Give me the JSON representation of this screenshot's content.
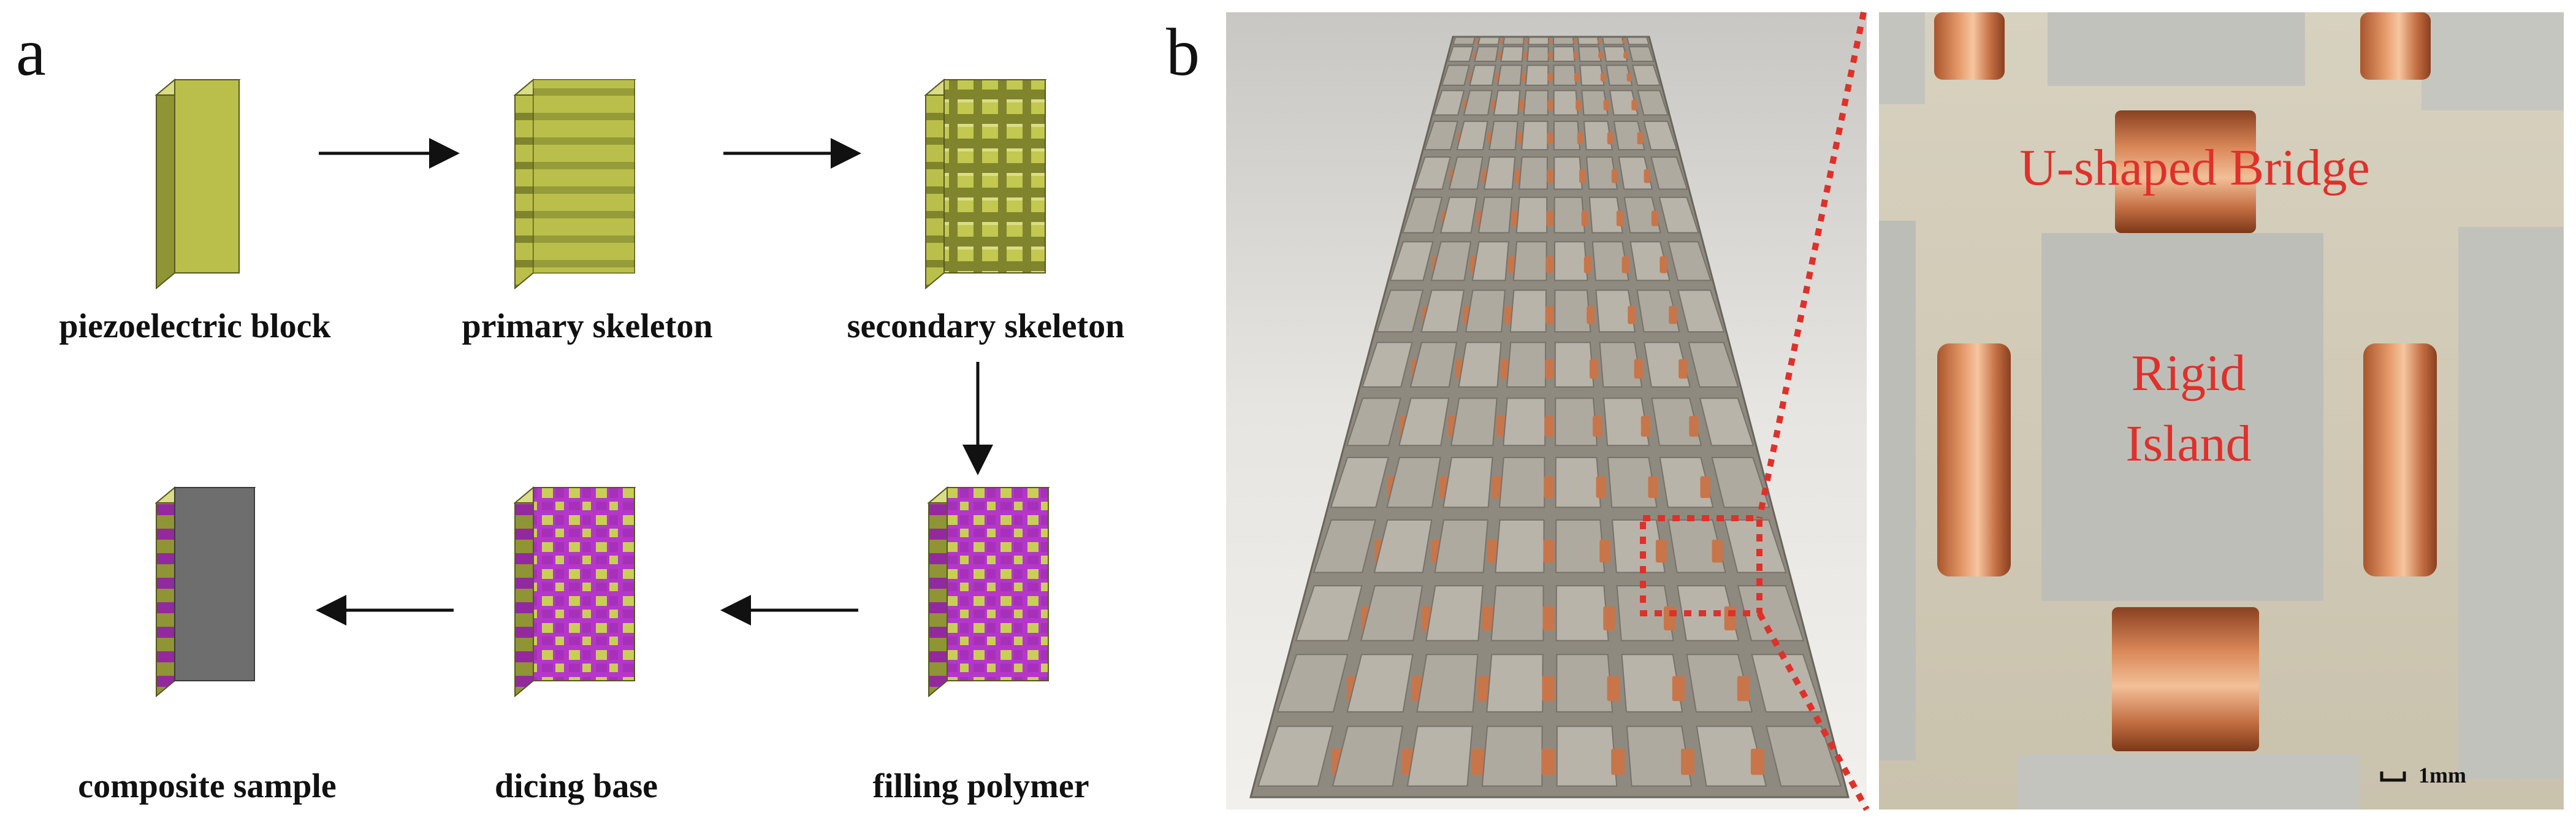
{
  "panel_a": {
    "letter": "a",
    "steps": [
      {
        "id": "piezoelectric-block",
        "label": "piezoelectric block"
      },
      {
        "id": "primary-skeleton",
        "label": "primary skeleton"
      },
      {
        "id": "secondary-skeleton",
        "label": "secondary skeleton"
      },
      {
        "id": "filling-polymer",
        "label": "filling polymer"
      },
      {
        "id": "dicing-base",
        "label": "dicing base"
      },
      {
        "id": "composite-sample",
        "label": "composite sample"
      }
    ],
    "colors": {
      "piezo_face": "#b9bf4a",
      "piezo_side": "#8f9434",
      "piezo_top": "#dadc86",
      "polymer": "#b437c9",
      "base_gray": "#6e6e6e",
      "arrow": "#111111"
    }
  },
  "panel_b": {
    "letter": "b",
    "labels": {
      "bridge": "U-shaped Bridge",
      "island_line1": "Rigid",
      "island_line2": "Island",
      "scale": "1mm"
    },
    "colors": {
      "annotation": "#e0302a",
      "copper": "#c8754a",
      "ceramic": "#b6b6ae",
      "photo_bg": "#d9d4c9"
    }
  }
}
